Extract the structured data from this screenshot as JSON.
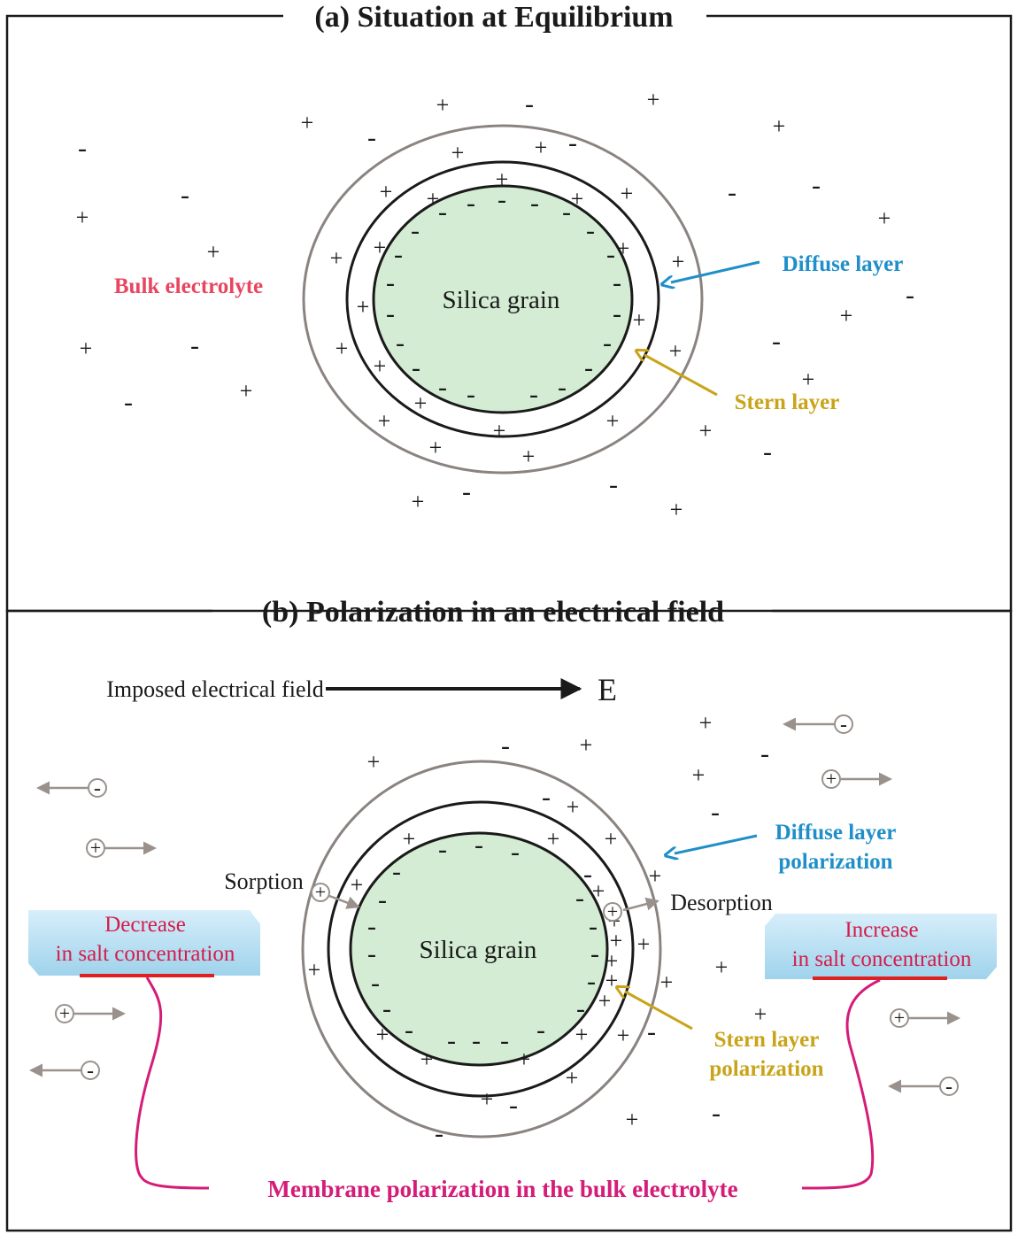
{
  "panel_a": {
    "title": "(a) Situation at Equilibrium",
    "grain_label": "Silica grain",
    "bulk_label": "Bulk electrolyte",
    "diffuse_label": "Diffuse layer",
    "stern_label": "Stern layer"
  },
  "panel_b": {
    "title": "(b) Polarization in an electrical field",
    "field_label": "Imposed electrical field",
    "field_symbol": "E",
    "grain_label": "Silica grain",
    "sorption_label": "Sorption",
    "desorption_label": "Desorption",
    "diffuse_label_1": "Diffuse layer",
    "diffuse_label_2": "polarization",
    "stern_label_1": "Stern layer",
    "stern_label_2": "polarization",
    "decrease_1": "Decrease",
    "decrease_2": "in salt concentration",
    "increase_1": "Increase",
    "increase_2": "in salt concentration",
    "membrane_label": "Membrane polarization in the bulk electrolyte"
  },
  "symbols": {
    "plus": "+",
    "minus": "-"
  },
  "colors": {
    "grain_fill": "#d3ecd3",
    "diffuse_blue": "#1f8fc9",
    "stern_gold": "#c9a41a",
    "bulk_red": "#e8455f",
    "membrane_magenta": "#d41c78",
    "outer_ring_gray": "#8a8380",
    "ion_arrow_gray": "#9a918c",
    "box_blue": "#a9d8ef"
  }
}
